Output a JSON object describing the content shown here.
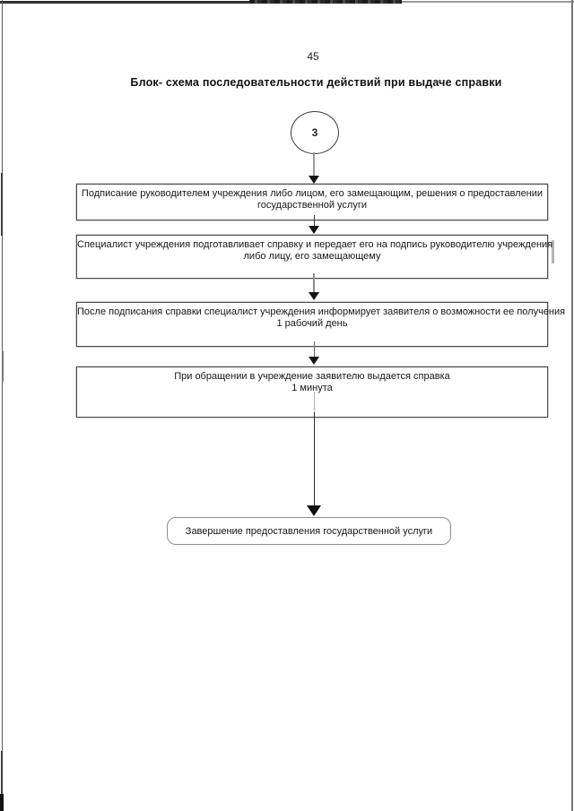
{
  "page": {
    "number": "45",
    "title": "Блок- схема последовательности действий при выдаче справки"
  },
  "flowchart": {
    "entry_connector_label": "3",
    "steps": [
      {
        "line1": "Подписание руководителем учреждения либо лицом, его замещающим, решения о предоставлении",
        "line2": "государственной услуги"
      },
      {
        "line1": "Специалист учреждения подготавливает справку и передает его на подпись руководителю учреждения",
        "line2": "либо лицу, его замещающему"
      },
      {
        "line1": "После подписания справки специалист учреждения информирует заявителя о возможности ее получения",
        "line2": "1 рабочий день"
      },
      {
        "line1": "При обращении в учреждение заявителю выдается справка",
        "line2": "1 минута"
      }
    ],
    "terminator": "Завершение предоставления государственной услуги"
  }
}
